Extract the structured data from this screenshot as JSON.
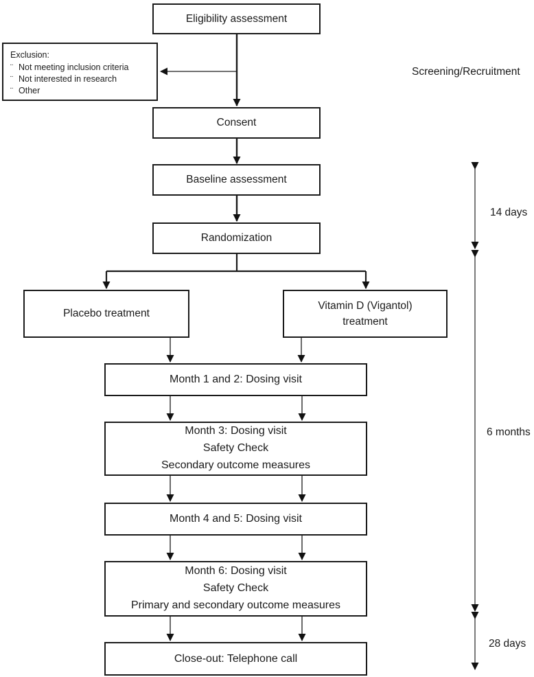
{
  "boxes": {
    "eligibility": {
      "label": "Eligibility assessment"
    },
    "exclusion": {
      "title": "Exclusion:",
      "bullet": "¨",
      "items": [
        "Not meeting inclusion criteria",
        "Not interested in research",
        "Other"
      ]
    },
    "consent": {
      "label": "Consent"
    },
    "baseline": {
      "label": "Baseline assessment"
    },
    "randomization": {
      "label": "Randomization"
    },
    "placebo": {
      "label": "Placebo treatment"
    },
    "vitamin_d": {
      "lines": [
        "Vitamin D (Vigantol)",
        "treatment"
      ]
    },
    "month_1_2": {
      "label": "Month 1 and 2: Dosing visit"
    },
    "month_3": {
      "lines": [
        "Month 3: Dosing visit",
        "Safety Check",
        "Secondary outcome measures"
      ]
    },
    "month_4_5": {
      "label": "Month 4 and 5: Dosing visit"
    },
    "month_6": {
      "lines": [
        "Month 6: Dosing visit",
        "Safety Check",
        "Primary and secondary outcome measures"
      ]
    },
    "close_out": {
      "label": "Close-out: Telephone call"
    }
  },
  "side_labels": {
    "screening": "Screening/Recruitment",
    "days14": "14 days",
    "months6": "6 months",
    "days28": "28 days"
  },
  "colors": {
    "flow_line": "#1a1a1a",
    "timeline_line": "#595959",
    "background": "#ffffff",
    "text": "#1a1a1a"
  }
}
